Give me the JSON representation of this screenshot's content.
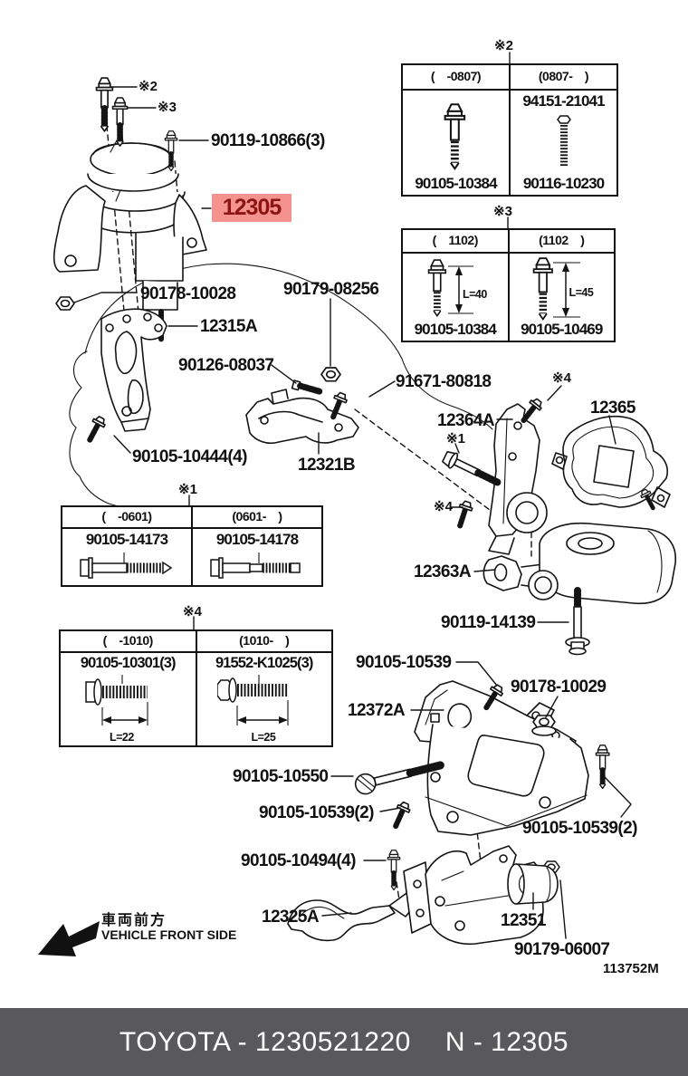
{
  "doc": {
    "drawing_code": "113752M",
    "front_jp": "車両前方",
    "front_en": "VEHICLE FRONT SIDE"
  },
  "footer": {
    "left": "TOYOTA - 1230521220",
    "right": "N - 12305"
  },
  "highlight": {
    "part": "12305"
  },
  "refs": {
    "r1": "※1",
    "r2": "※2",
    "r3": "※3",
    "r4": "※4"
  },
  "parts": {
    "p90119_10866": "90119-10866(3)",
    "p90178_10028": "90178-10028",
    "p12315A": "12315A",
    "p90179_08256": "90179-08256",
    "p90126_08037": "90126-08037",
    "p91671_80818": "91671-80818",
    "p90105_10444": "90105-10444(4)",
    "p12321B": "12321B",
    "p12364A": "12364A",
    "p12365": "12365",
    "p12363A": "12363A",
    "p90119_14139": "90119-14139",
    "p90105_10539": "90105-10539",
    "p90178_10029": "90178-10029",
    "p12372A": "12372A",
    "p90105_10550": "90105-10550",
    "p90105_10539_2a": "90105-10539(2)",
    "p90105_10539_2b": "90105-10539(2)",
    "p90105_10494": "90105-10494(4)",
    "p12325A": "12325A",
    "p12351": "12351",
    "p90179_06007": "90179-06007"
  },
  "tables": {
    "t2": {
      "ref": "※2",
      "headers": [
        "(    -0807)",
        "(0807-    )"
      ],
      "left": {
        "part": "90105-10384"
      },
      "right": {
        "part_top": "94151-21041",
        "part": "90116-10230"
      }
    },
    "t3": {
      "ref": "※3",
      "headers": [
        "(    1102)",
        "(1102    )"
      ],
      "left": {
        "part": "90105-10384",
        "dim": "L=40"
      },
      "right": {
        "part": "90105-10469",
        "dim": "L=45"
      }
    },
    "t1": {
      "ref": "※1",
      "headers": [
        "(    -0601)",
        "(0601-    )"
      ],
      "left": {
        "part": "90105-14173"
      },
      "right": {
        "part": "90105-14178"
      }
    },
    "t4": {
      "ref": "※4",
      "headers": [
        "(    -1010)",
        "(1010-    )"
      ],
      "left": {
        "part": "90105-10301(3)",
        "dim": "L=22"
      },
      "right": {
        "part": "91552-K1025(3)",
        "dim": "L=25"
      }
    }
  },
  "colors": {
    "highlight_bg": "#f4928e",
    "highlight_fg": "#8b1512",
    "footer_bg": "#59595b",
    "footer_fg": "#ffffff",
    "line": "#141414"
  }
}
